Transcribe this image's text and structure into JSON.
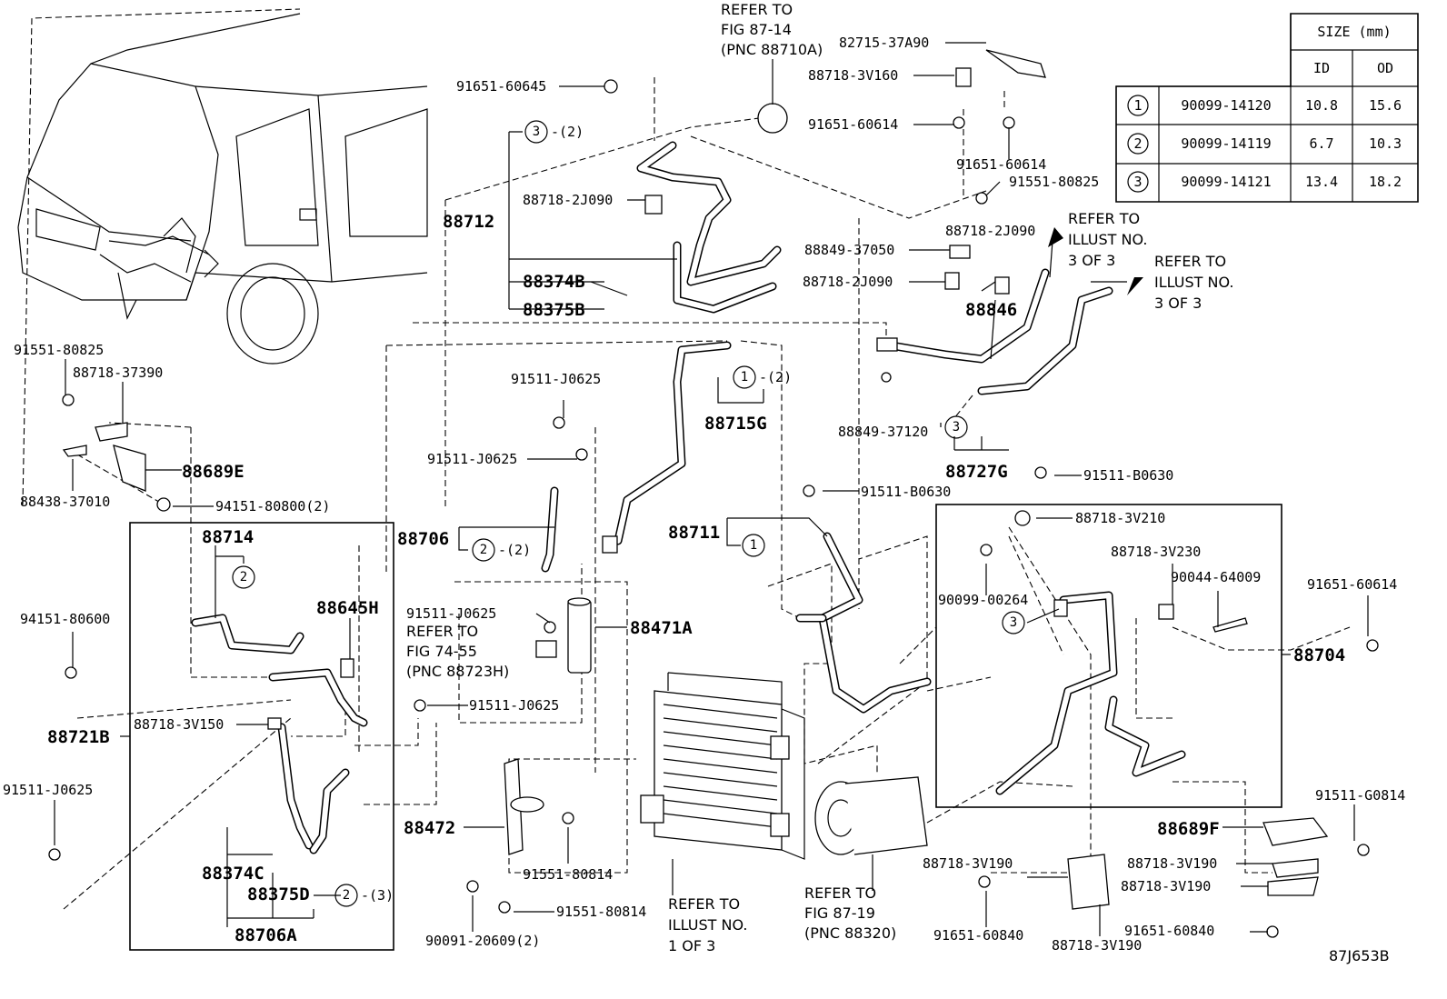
{
  "figure_id": "87J653B",
  "labels": {
    "l_82715_37A90": "82715-37A90",
    "l_88718_3V160": "88718-3V160",
    "l_91651_60645": "91651-60645",
    "l_91651_60614_a": "91651-60614",
    "l_91651_60614_b": "91651-60614",
    "l_91551_80825_a": "91551-80825",
    "l_88712": "88712",
    "l_88718_2J090_a": "88718-2J090",
    "l_88374B": "88374B",
    "l_88375B": "88375B",
    "l_88849_37050": "88849-37050",
    "l_88718_2J090_b": "88718-2J090",
    "l_88718_2J090_c": "88718-2J090",
    "l_88846": "88846",
    "l_91551_80825_b": "91551-80825",
    "l_88718_37390": "88718-37390",
    "l_88689E": "88689E",
    "l_88438_37010": "88438-37010",
    "l_94151_80800": "94151-80800(2)",
    "l_91511_J0625_a": "91511-J0625",
    "l_91511_J0625_b": "91511-J0625",
    "l_88715G": "88715G",
    "l_88849_37120": "88849-37120",
    "l_88727G": "88727G",
    "l_91511_B0630_a": "91511-B0630",
    "l_91511_B0630_b": "91511-B0630",
    "l_88714": "88714",
    "l_88706": "88706",
    "l_88711": "88711",
    "l_88718_3V210": "88718-3V210",
    "l_88718_3V230": "88718-3V230",
    "l_90044_64009": "90044-64009",
    "l_91651_60614_c": "91651-60614",
    "l_94151_80600": "94151-80600",
    "l_88645H": "88645H",
    "l_91511_J0625_c": "91511-J0625",
    "l_88471A": "88471A",
    "l_90099_00264": "90099-00264",
    "l_88704": "88704",
    "l_88721B": "88721B",
    "l_88718_3V150": "88718-3V150",
    "l_91511_J0625_d": "91511-J0625",
    "l_91511_J0625_e": "91511-J0625",
    "l_91511_G0814": "91511-G0814",
    "l_88689F": "88689F",
    "l_88718_3V190_a": "88718-3V190",
    "l_88718_3V190_b": "88718-3V190",
    "l_88718_3V190_c": "88718-3V190",
    "l_88718_3V190_d": "88718-3V190",
    "l_88472": "88472",
    "l_91551_80814_a": "91551-80814",
    "l_91551_80814_b": "91551-80814",
    "l_88374C": "88374C",
    "l_88375D": "88375D",
    "l_88706A": "88706A",
    "l_90091_20609": "90091-20609(2)",
    "l_91651_60840_a": "91651-60840",
    "l_91651_60840_b": "91651-60840"
  },
  "references": {
    "ref_fig_87_14": [
      "REFER TO",
      "FIG 87-14",
      "(PNC 88710A)"
    ],
    "ref_illust_3of3_a": [
      "REFER TO",
      "ILLUST NO.",
      "3 OF 3"
    ],
    "ref_illust_3of3_b": [
      "REFER TO",
      "ILLUST NO.",
      "3 OF 3"
    ],
    "ref_fig_74_55": [
      "REFER TO",
      "FIG 74-55",
      "(PNC 88723H)"
    ],
    "ref_illust_1of3": [
      "REFER TO",
      "ILLUST NO.",
      "1 OF 3"
    ],
    "ref_fig_87_19": [
      "REFER TO",
      "FIG 87-19",
      "(PNC 88320)"
    ]
  },
  "circled_callouts": {
    "c1": "1",
    "c2": "2",
    "c3": "3",
    "qty_2": "-(2)",
    "qty_3": "-(3)"
  },
  "size_table": {
    "header": "SIZE (mm)",
    "col_id": "ID",
    "col_od": "OD",
    "rows": [
      {
        "key": "1",
        "part": "90099-14120",
        "id": "10.8",
        "od": "15.6"
      },
      {
        "key": "2",
        "part": "90099-14119",
        "id": "6.7",
        "od": "10.3"
      },
      {
        "key": "3",
        "part": "90099-14121",
        "id": "13.4",
        "od": "18.2"
      }
    ]
  }
}
